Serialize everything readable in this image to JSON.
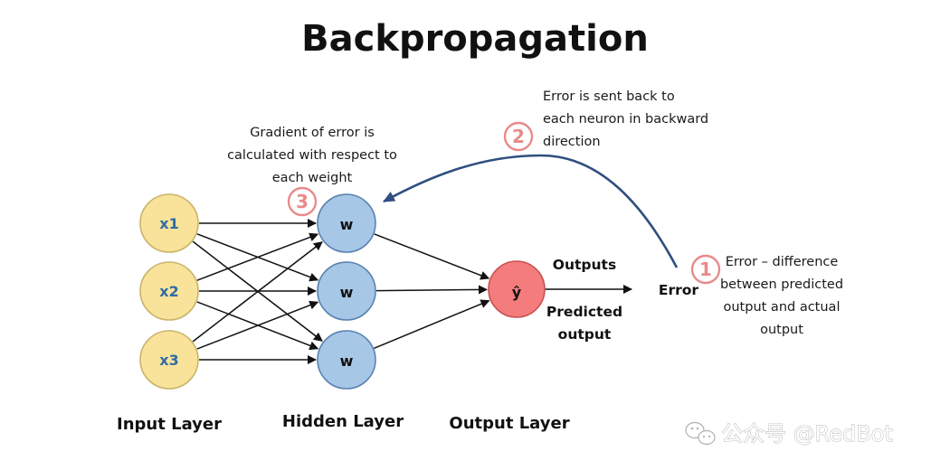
{
  "title": "Backpropagation",
  "colors": {
    "input_fill": "#F9E29A",
    "input_stroke": "#C9B56A",
    "input_text": "#2E6DA4",
    "hidden_fill": "#A7C7E7",
    "hidden_stroke": "#5B82B0",
    "output_fill": "#F47C7C",
    "output_stroke": "#C65252",
    "feedback_arrow": "#2F4F7F",
    "badge": "#E88A8A"
  },
  "nodes": {
    "inputs": [
      "x1",
      "x2",
      "x3"
    ],
    "hidden": [
      "w",
      "w",
      "w"
    ],
    "output": "ŷ"
  },
  "layers": {
    "input": "Input Layer",
    "hidden": "Hidden Layer",
    "output": "Output Layer"
  },
  "labels": {
    "outputs": "Outputs",
    "predicted_line1": "Predicted",
    "predicted_line2": "output",
    "error": "Error"
  },
  "steps": [
    {
      "number": "1",
      "lines": [
        "Error – difference",
        "between predicted",
        "output and actual",
        "output"
      ]
    },
    {
      "number": "2",
      "lines": [
        "Error is sent back to",
        "each neuron in backward",
        "direction"
      ]
    },
    {
      "number": "3",
      "lines": [
        "Gradient of error is",
        "calculated with respect to",
        "each weight"
      ]
    }
  ],
  "watermark": {
    "text": "公众号 @RedBot",
    "icon": "wechat-icon"
  }
}
